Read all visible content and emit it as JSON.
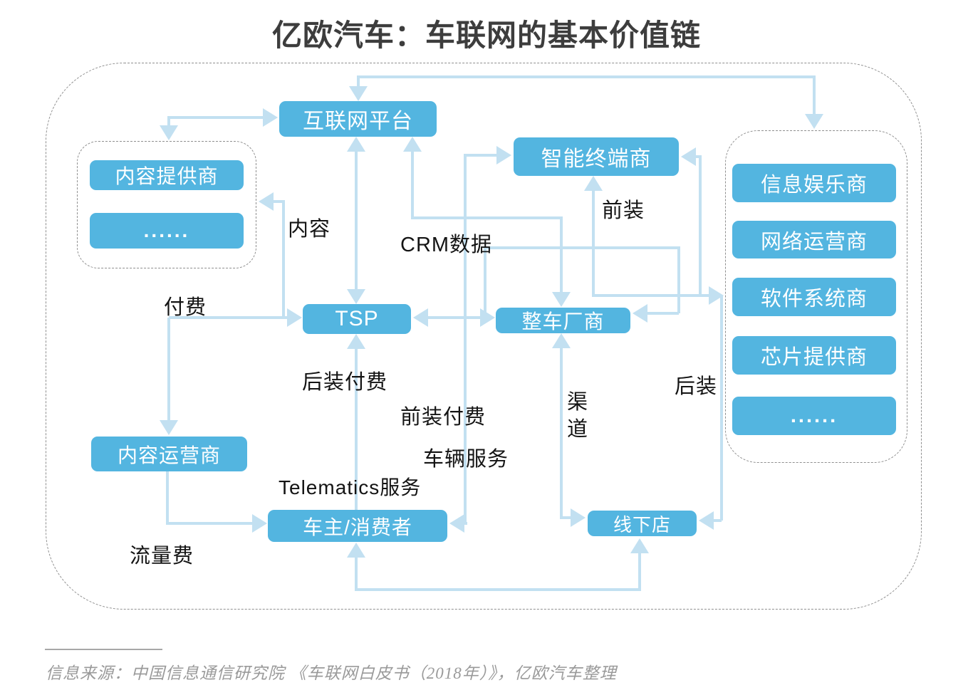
{
  "title": "亿欧汽车：车联网的基本价值链",
  "source": "信息来源：中国信息通信研究院 《车联网白皮书（2018年）》，亿欧汽车整理",
  "colors": {
    "node_fill": "#53b5e0",
    "edge": "#c2e0f1",
    "text_on_node": "#ffffff",
    "label_text": "#141414",
    "dashed_border": "#8f8f8f",
    "title_text": "#3d3d3d",
    "source_text": "#9a9a9a"
  },
  "nodes": {
    "internet_platform": "互联网平台",
    "smart_terminal_provider": "智能终端商",
    "content_provider": "内容提供商",
    "content_provider_more": "......",
    "tsp": "TSP",
    "vehicle_manufacturer": "整车厂商",
    "content_operator": "内容运营商",
    "car_owner_consumer": "车主/消费者",
    "offline_store": "线下店",
    "suppliers": [
      "信息娱乐商",
      "网络运营商",
      "软件系统商",
      "芯片提供商",
      "......"
    ]
  },
  "edge_labels": {
    "content": "内容",
    "crm_data": "CRM数据",
    "front_install": "前装",
    "pay": "付费",
    "aftermarket_pay": "后装付费",
    "front_install_pay": "前装付费",
    "vehicle_service": "车辆服务",
    "telematics_service": "Telematics服务",
    "channel": "渠道",
    "aftermarket": "后装",
    "traffic_fee": "流量费"
  }
}
